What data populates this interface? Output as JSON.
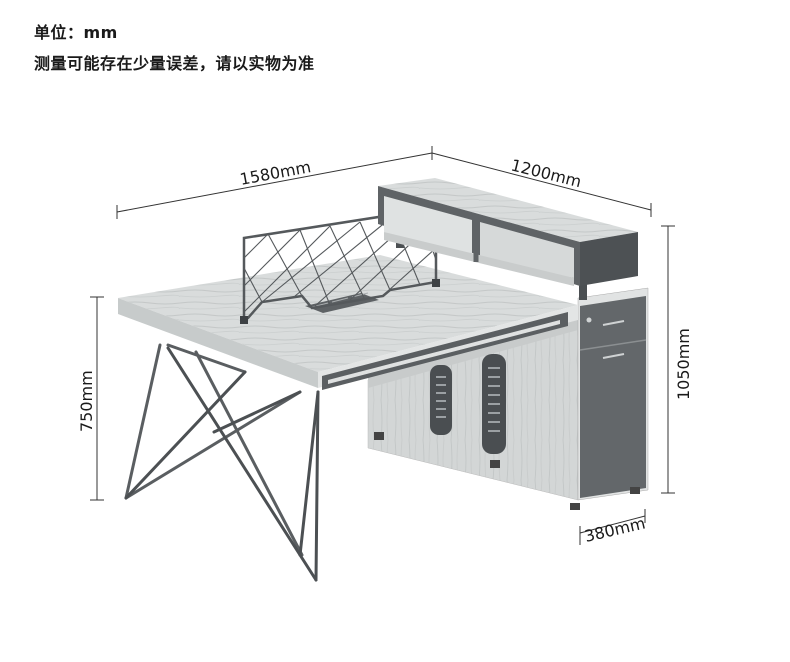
{
  "header": {
    "unit_label": "单位：mm",
    "note": "测量可能存在少量误差，请以实物为准"
  },
  "dimensions": {
    "width": "1580mm",
    "depth": "1200mm",
    "table_height": "750mm",
    "total_height": "1050mm",
    "cabinet_depth": "380mm"
  },
  "colors": {
    "wood": "#d8dcdc",
    "metal": "#55595c",
    "cabinet_dark": "#676b6e",
    "line": "#333333"
  }
}
